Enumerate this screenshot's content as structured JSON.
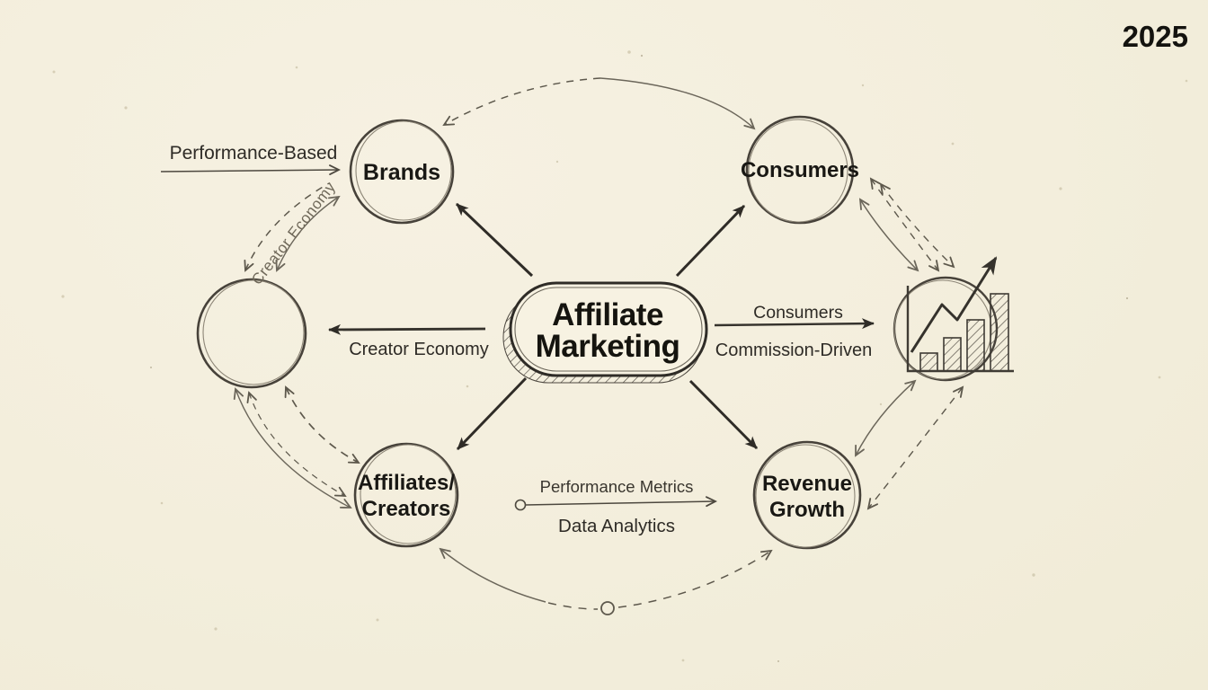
{
  "year": "2025",
  "center_node": {
    "line1": "Affiliate",
    "line2": "Marketing"
  },
  "nodes": {
    "brands": {
      "label": "Brands"
    },
    "consumers": {
      "label": "Consumers"
    },
    "creator_circle": {
      "label": ""
    },
    "affiliates": {
      "line1": "Affiliates/",
      "line2": "Creators"
    },
    "revenue": {
      "line1": "Revenue",
      "line2": "Growth"
    },
    "growth_chart": {
      "icon": "bar-chart-growth-icon"
    }
  },
  "labels": {
    "performance_based": "Performance-Based",
    "creator_economy_arc": "Creator Economy",
    "creator_economy": "Creator Economy",
    "consumers_edge": "Consumers",
    "commission_driven": "Commission-Driven",
    "performance_metrics": "Performance Metrics",
    "data_analytics": "Data Analytics"
  },
  "colors": {
    "background": "#f3eedc",
    "ink": "#23211d",
    "line_dark": "#4d483f",
    "line_sketch": "#6b665a"
  }
}
